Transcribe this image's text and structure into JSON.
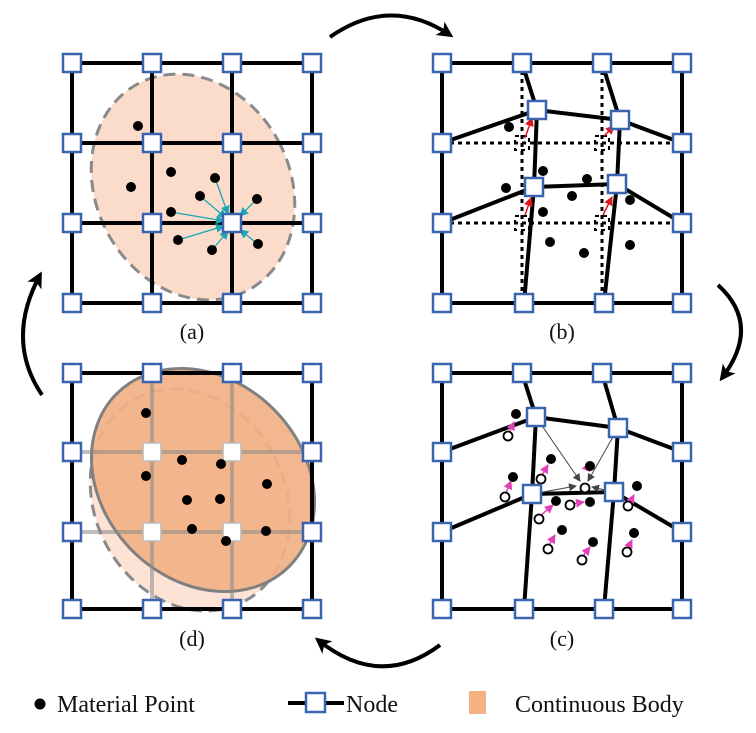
{
  "panels": {
    "a": {
      "label": "(a)"
    },
    "b": {
      "label": "(b)"
    },
    "c": {
      "label": "(c)"
    },
    "d": {
      "label": "(d)"
    }
  },
  "legend": {
    "material_point": "Material Point",
    "node": "Node",
    "continuous_body": "Continuous Body"
  },
  "colors": {
    "node_stroke": "#3a64b0",
    "grid": "#000000",
    "body_light": "#fbdccb",
    "body_dark": "#f2b186",
    "legend_body": "#f4b183",
    "arrow_cyan": "#1ba7b5",
    "arrow_red": "#e0161b",
    "arrow_magenta": "#e040b8"
  }
}
